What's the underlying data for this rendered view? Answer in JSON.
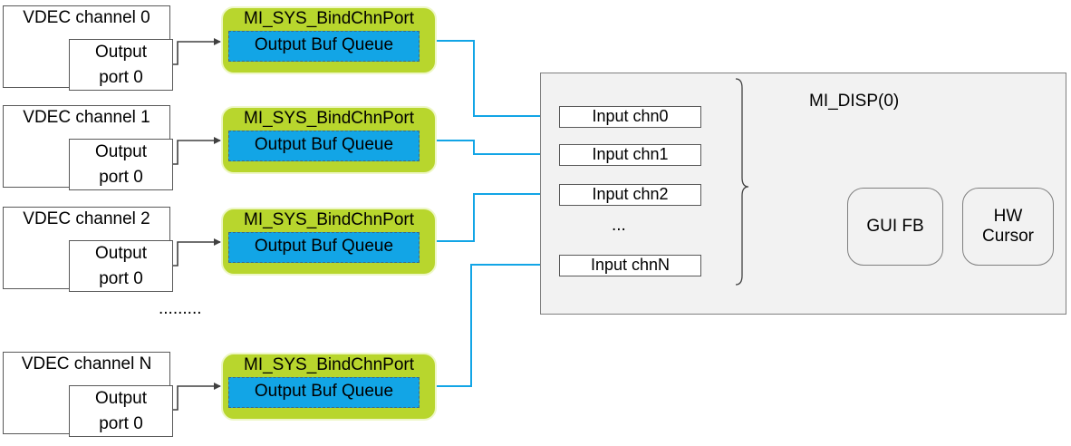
{
  "vdec_channels": [
    {
      "title": "VDEC channel 0",
      "port_line1": "Output",
      "port_line2": "port 0"
    },
    {
      "title": "VDEC channel 1",
      "port_line1": "Output",
      "port_line2": "port 0"
    },
    {
      "title": "VDEC channel 2",
      "port_line1": "Output",
      "port_line2": "port 0"
    },
    {
      "title": "VDEC channel N",
      "port_line1": "Output",
      "port_line2": "port 0"
    }
  ],
  "bind_ports": [
    {
      "title": "MI_SYS_BindChnPort",
      "queue": "Output Buf Queue"
    },
    {
      "title": "MI_SYS_BindChnPort",
      "queue": "Output Buf Queue"
    },
    {
      "title": "MI_SYS_BindChnPort",
      "queue": "Output Buf Queue"
    },
    {
      "title": "MI_SYS_BindChnPort",
      "queue": "Output Buf Queue"
    }
  ],
  "ellipsis_left": ".........",
  "disp": {
    "title": "MI_DISP(0)",
    "inputs": [
      "Input chn0",
      "Input chn1",
      "Input chn2",
      "...",
      "Input chnN"
    ],
    "gui_fb": "GUI FB",
    "hw_cursor_line1": "HW",
    "hw_cursor_line2": "Cursor"
  },
  "colors": {
    "bind_fill": "#b8d62d",
    "queue_fill": "#12a5e6",
    "connector_blue": "#12a5e6",
    "connector_dark": "#404040",
    "disp_fill": "#f2f2f2"
  }
}
